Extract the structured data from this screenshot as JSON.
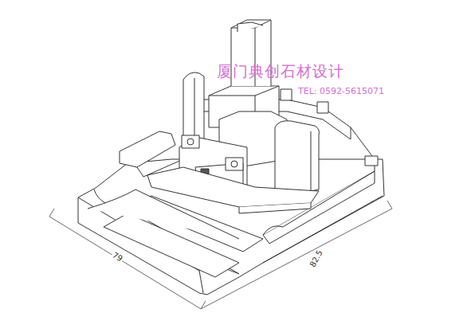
{
  "diagram": {
    "labels": [
      "厦门典创石材设计",
      "TEL: 0592-5615071",
      "79",
      "82.5"
    ]
  }
}
